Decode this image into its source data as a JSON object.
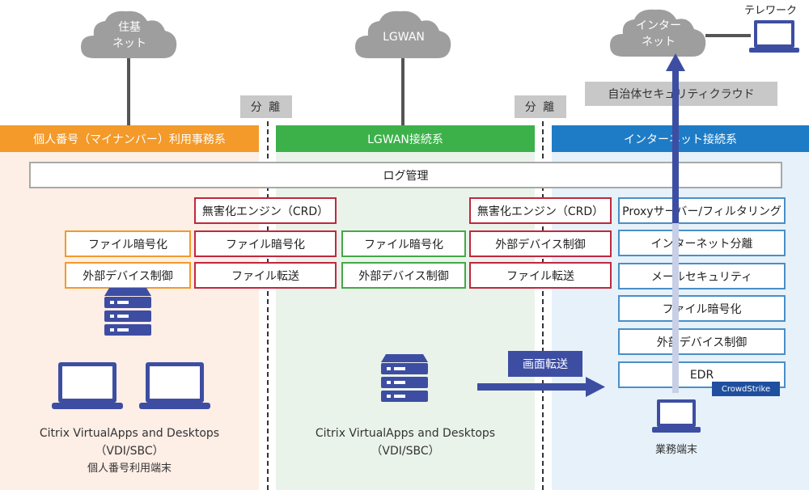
{
  "clouds": {
    "juki": "住基\nネット",
    "lgwan": "LGWAN",
    "internet": "インター\nネット"
  },
  "telework_label": "テレワーク",
  "separator_label": "分 離",
  "security_cloud_label": "自治体セキュリティクラウド",
  "bands": {
    "mynumber": "個人番号（マイナンバー）利用事務系",
    "lgwan": "LGWAN接続系",
    "internet": "インターネット接続系"
  },
  "log_management": "ログ管理",
  "mynumber_zone": {
    "orange_boxes": [
      "ファイル暗号化",
      "外部デバイス制御"
    ],
    "red_boxes": [
      "無害化エンジン（CRD）",
      "ファイル暗号化",
      "ファイル転送"
    ],
    "caption": [
      "Citrix VirtualApps and Desktops",
      "（VDI/SBC）",
      "個人番号利用端末"
    ]
  },
  "lgwan_zone": {
    "green_boxes": [
      "ファイル暗号化",
      "外部デバイス制御"
    ],
    "red_boxes": [
      "無害化エンジン（CRD）",
      "外部デバイス制御",
      "ファイル転送"
    ],
    "caption": [
      "Citrix VirtualApps and Desktops",
      "（VDI/SBC）"
    ]
  },
  "internet_zone": {
    "blue_boxes": [
      "Proxyサーバー/フィルタリング",
      "インターネット分離",
      "メールセキュリティ",
      "ファイル暗号化",
      "外部デバイス制御",
      "EDR"
    ],
    "crowdstrike": "CrowdStrike",
    "caption": "業務端末"
  },
  "screen_transfer": "画面転送",
  "colors": {
    "orange": "#f39a2a",
    "green": "#3cb14a",
    "blue": "#1e7cc6",
    "red": "#c0283e",
    "navy": "#3d4ea2"
  }
}
